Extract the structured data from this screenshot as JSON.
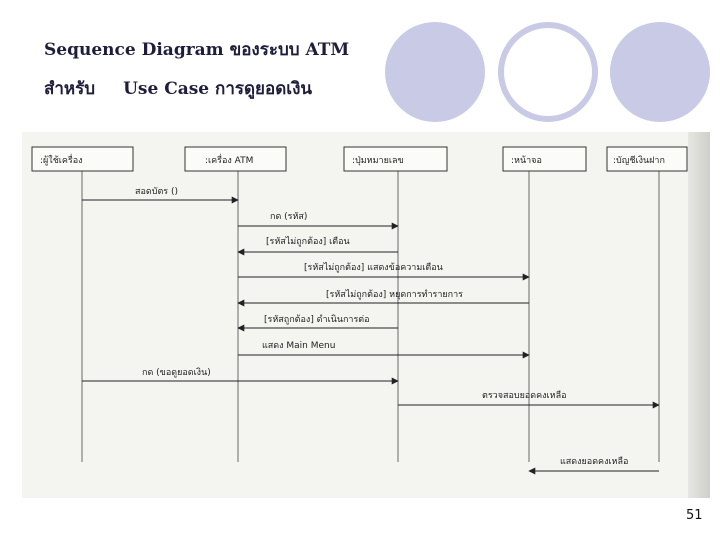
{
  "slide": {
    "title_line1": "Sequence Diagram ของระบบ ATM",
    "title_line2_prefix": "สำหรับ",
    "title_line2_rest": "Use Case การดูยอดเงิน",
    "page_number": "51"
  },
  "diagram": {
    "lifelines": [
      {
        "id": "user",
        "label": ":ผู้ใช้เครื่อง"
      },
      {
        "id": "atm",
        "label": ":เครื่อง ATM"
      },
      {
        "id": "keypad",
        "label": ":ปุ่มหมายเลข"
      },
      {
        "id": "screen",
        "label": ":หน้าจอ"
      },
      {
        "id": "account",
        "label": ":บัญชีเงินฝาก"
      }
    ],
    "messages": [
      {
        "from": "user",
        "to": "atm",
        "label": "สอดบัตร ()"
      },
      {
        "from": "atm",
        "to": "keypad",
        "label": "กด (รหัส)"
      },
      {
        "from": "keypad",
        "to": "atm",
        "label": "[รหัสไม่ถูกต้อง] เตือน"
      },
      {
        "from": "atm",
        "to": "screen",
        "label": "[รหัสไม่ถูกต้อง] แสดงข้อความเตือน"
      },
      {
        "from": "screen",
        "to": "atm",
        "label": "[รหัสไม่ถูกต้อง] หยุดการทำรายการ"
      },
      {
        "from": "keypad",
        "to": "atm",
        "label": "[รหัสถูกต้อง] ดำเนินการต่อ"
      },
      {
        "from": "atm",
        "to": "screen",
        "label": "แสดง Main Menu"
      },
      {
        "from": "user",
        "to": "keypad",
        "label": "กด (ขอดูยอดเงิน)"
      },
      {
        "from": "keypad",
        "to": "account",
        "label": "ตรวจสอบยอดคงเหลือ"
      },
      {
        "from": "account",
        "to": "screen",
        "label": "แสดงยอดคงเหลือ"
      }
    ]
  }
}
